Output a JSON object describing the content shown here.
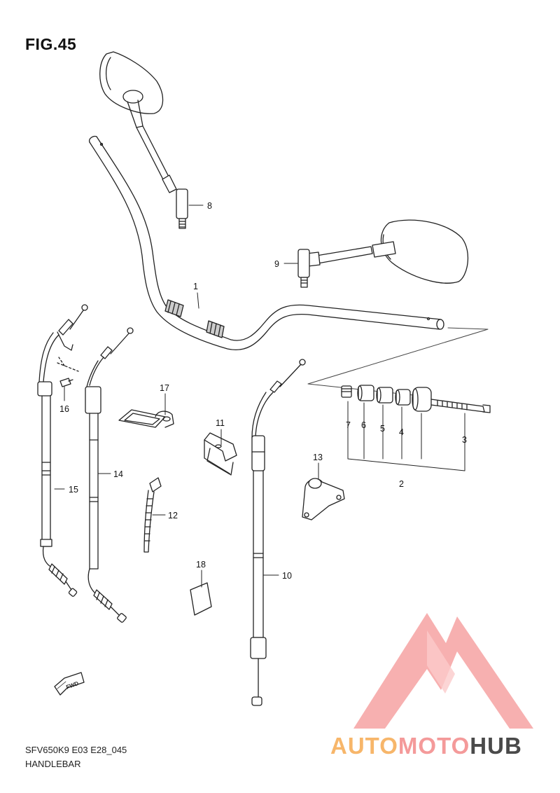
{
  "figure": {
    "title": "FIG.45"
  },
  "footer": {
    "code": "SFV650K9 E03 E28_045",
    "name": "HANDLEBAR"
  },
  "fwd_label": "FWD",
  "callouts": [
    "1",
    "2",
    "3",
    "4",
    "5",
    "6",
    "7",
    "8",
    "9",
    "10",
    "11",
    "12",
    "13",
    "14",
    "15",
    "16",
    "17",
    "18"
  ],
  "watermark": {
    "part1": "AUTO",
    "part2": "MOTO",
    "part3": "HUB",
    "color_main": "#f6a2a2",
    "color_accent": "#f7b66a",
    "color_dark": "#4a4a4a"
  }
}
